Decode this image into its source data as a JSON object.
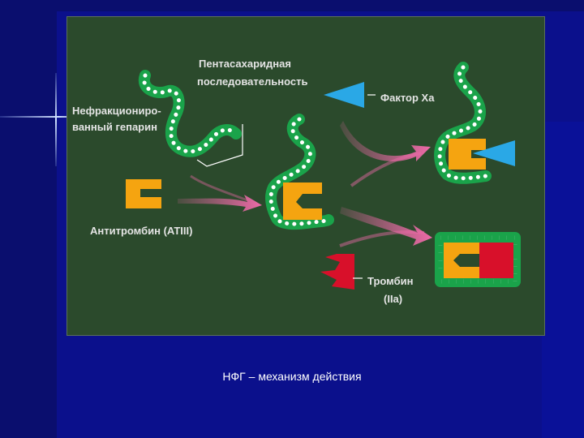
{
  "slide": {
    "caption": "НФГ – механизм действия"
  },
  "diagram": {
    "labels": {
      "pentasaccharide_line1": "Пентасахаридная",
      "pentasaccharide_line2": "последовательность",
      "heparin_line1": "Нефракциониро-",
      "heparin_line2": "ванный гепарин",
      "factor_xa": "Фактор Ха",
      "antithrombin": "Антитромбин (ATIII)",
      "thrombin_line1": "Тромбин",
      "thrombin_line2": "(IIa)"
    },
    "colors": {
      "panel": "#2b4a2c",
      "heparin_chain": "#1aa34a",
      "beads": "#ffffff",
      "antithrombin": "#f5a410",
      "factor_xa": "#2aa8e6",
      "thrombin": "#d8102a",
      "arrows": "#ee6aa8",
      "label_text": "#e4e4e4"
    }
  }
}
